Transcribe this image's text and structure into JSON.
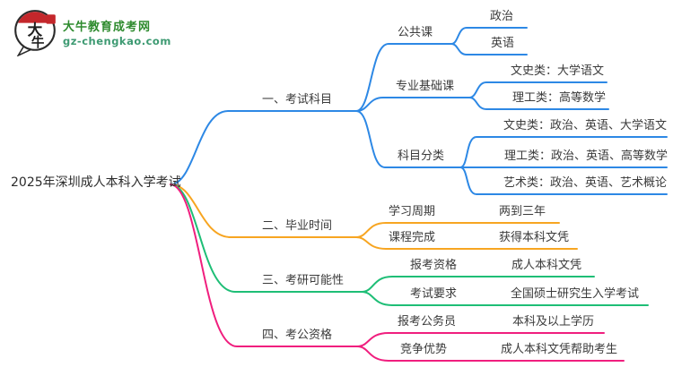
{
  "logo": {
    "title": "大牛教育成考网",
    "url": "gz-chengkao.com",
    "icon_text_top": "大",
    "icon_text_bottom": "牛",
    "title_color": "#2e8b2e",
    "url_color": "#3d9a72",
    "icon_red": "#c4272b",
    "icon_outline": "#2b2b2b"
  },
  "root": {
    "label": "2025年深圳成人本科入学考试"
  },
  "branches": [
    {
      "label": "一、考试科目",
      "color": "#2d88e5",
      "children": [
        {
          "label": "公共课",
          "children": [
            {
              "label": "政治"
            },
            {
              "label": "英语"
            }
          ]
        },
        {
          "label": "专业基础课",
          "children": [
            {
              "label": "文史类：大学语文"
            },
            {
              "label": "理工类：高等数学"
            }
          ]
        },
        {
          "label": "科目分类",
          "children": [
            {
              "label": "文史类：政治、英语、大学语文"
            },
            {
              "label": "理工类：政治、英语、高等数学"
            },
            {
              "label": "艺术类：政治、英语、艺术概论"
            }
          ]
        }
      ]
    },
    {
      "label": "二、毕业时间",
      "color": "#f7a521",
      "children": [
        {
          "label": "学习周期",
          "value": "两到三年"
        },
        {
          "label": "课程完成",
          "value": "获得本科文凭"
        }
      ]
    },
    {
      "label": "三、考研可能性",
      "color": "#1ebe76",
      "children": [
        {
          "label": "报考资格",
          "value": "成人本科文凭"
        },
        {
          "label": "考试要求",
          "value": "全国硕士研究生入学考试"
        }
      ]
    },
    {
      "label": "四、考公资格",
      "color": "#f01e7e",
      "children": [
        {
          "label": "报考公务员",
          "value": "本科及以上学历"
        },
        {
          "label": "竞争优势",
          "value": "成人本科文凭帮助考生"
        }
      ]
    }
  ]
}
